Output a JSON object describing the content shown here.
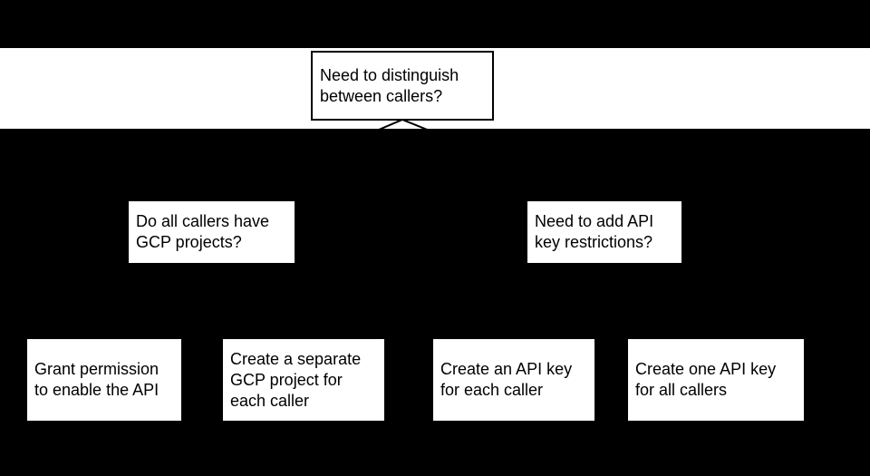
{
  "diagram": {
    "type": "flowchart-decision-tree",
    "colors": {
      "page_background": "#000000",
      "band_background": "#ffffff",
      "node_background": "#ffffff",
      "node_border": "#000000",
      "text": "#000000",
      "connector": "#000000"
    },
    "root": {
      "label": "Need to distinguish\nbetween callers?"
    },
    "level2": [
      {
        "label": "Do all callers have\nGCP projects?"
      },
      {
        "label": "Need to add API\nkey restrictions?"
      }
    ],
    "leaves": [
      {
        "label": "Grant permission\nto enable the API"
      },
      {
        "label": "Create a separate\nGCP project for\neach caller"
      },
      {
        "label": "Create an API key\nfor each caller"
      },
      {
        "label": "Create one API key\nfor all callers"
      }
    ]
  }
}
